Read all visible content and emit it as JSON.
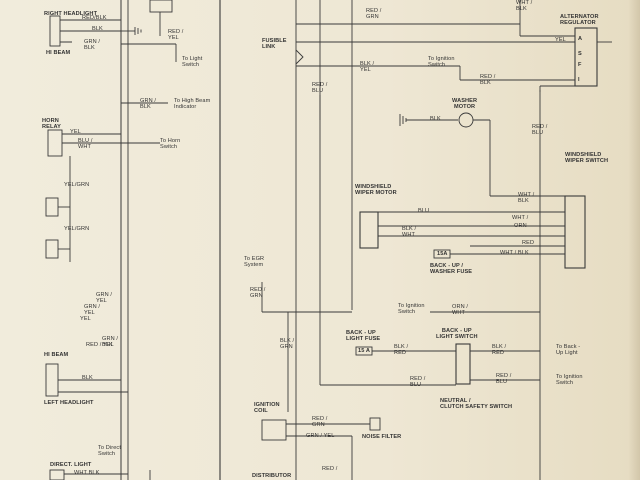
{
  "components": {
    "right_headlight": {
      "title": "RIGHT HEADLIGHT",
      "beam": "HI BEAM"
    },
    "left_headlight": {
      "beam": "HI BEAM",
      "title": "LEFT HEADLIGHT"
    },
    "horn_relay": {
      "title_line1": "HORN",
      "title_line2": "RELAY"
    },
    "alternator_regulator": {
      "title_line1": "ALTERNATOR",
      "title_line2": "REGULATOR",
      "terminals": [
        "A",
        "S",
        "F",
        "I"
      ]
    },
    "fusible_link": {
      "line1": "FUSIBLE",
      "line2": "LINK"
    },
    "washer_motor": {
      "line1": "WASHER",
      "line2": "MOTOR"
    },
    "windshield_wiper_motor": {
      "line1": "WINDSHIELD",
      "line2": "WIPER MOTOR"
    },
    "windshield_wiper_switch": {
      "line1": "WINDSHIELD",
      "line2": "WIPER SWITCH"
    },
    "backup_washer_fuse": {
      "rating": "15A",
      "line1": "BACK - UP /",
      "line2": "WASHER FUSE"
    },
    "backup_light_fuse": {
      "line1": "BACK - UP",
      "line2": "LIGHT FUSE",
      "rating": "15 A"
    },
    "backup_light_switch": {
      "line1": "BACK - UP",
      "line2": "LIGHT SWITCH"
    },
    "neutral_clutch_switch": {
      "line1": "NEUTRAL /",
      "line2": "CLUTCH SAFETY SWITCH"
    },
    "ignition_coil": {
      "line1": "IGNITION",
      "line2": "COIL"
    },
    "noise_filter": {
      "title": "NOISE FILTER"
    },
    "direct_light": {
      "title": "DIRECT. LIGHT"
    },
    "distributor": {
      "title": "DISTRIBUTOR"
    }
  },
  "wire_labels": {
    "red_blk_top": "RED/BLK",
    "blk_top": "BLK",
    "grn_blk_top_1": "GRN /",
    "grn_blk_top_2": "BLK",
    "red_yel_light_1": "RED /",
    "red_yel_light_2": "YEL",
    "red_grn_top_1": "RED /",
    "red_grn_top_2": "GRN",
    "wht_blk_alt_1": "WHT /",
    "wht_blk_alt_2": "BLK",
    "yel_alt": "YEL",
    "blk_yel_fusible_1": "BLK /",
    "blk_yel_fusible_2": "YEL",
    "red_blk_ign_1": "RED /",
    "red_blk_ign_2": "BLK",
    "red_blu_fusible_1": "RED /",
    "red_blu_fusible_2": "BLU",
    "grn_blk_hi_1": "GRN /",
    "grn_blk_hi_2": "BLK",
    "yel_horn": "YEL",
    "blu_horn_1": "BLU /",
    "blu_horn_2": "WHT",
    "blk_washer": "BLK",
    "red_blu_right_1": "RED /",
    "red_blu_right_2": "BLU",
    "yel_grn_1": "YEL/GRN",
    "yel_grn_2": "YEL/GRN",
    "wht_blk_sw_1": "WHT /",
    "wht_blk_sw_2": "BLK",
    "blu_motor": "BLU",
    "wht_motor": "WHT /",
    "orn_motor": "ORN",
    "blk_wht_motor_1": "BLK /",
    "blk_wht_motor_2": "WHT",
    "red_motor": "RED",
    "wht_blk_fuse": "WHT / BLK",
    "red_grn_egr_1": "RED /",
    "red_grn_egr_2": "GRN",
    "orn_wht_1": "ORN /",
    "orn_wht_2": "WHT",
    "blk_red_fuse_1": "BLK /",
    "blk_red_fuse_2": "RED",
    "blk_red_sw_1": "BLK /",
    "blk_red_sw_2": "RED",
    "red_blu_sw_1": "RED /",
    "red_blu_sw_2": "BLU",
    "red_blu_sw_r_1": "RED /",
    "red_blu_sw_r_2": "BLU",
    "red_yel_left": "RED / YEL",
    "grn_blk_left_1": "GRN /",
    "grn_blk_left_2": "BLK",
    "blk_left": "BLK",
    "red_grn_coil_1": "RED /",
    "red_grn_coil_2": "GRN",
    "blk_grn_coil_1": "BLK /",
    "blk_grn_coil_2": "GRN",
    "grn_yel_coil": "GRN / YEL",
    "red_grn_mid": "RED /",
    "wht_blk_dir": "WHT BLK",
    "grn_yel_top_1": "GRN /",
    "grn_yel_top_2": "YEL",
    "grn_yel_left_1": "GRN /",
    "grn_yel_left_2": "YEL",
    "yel_left": "YEL"
  },
  "destinations": {
    "light_switch_1": "To Light",
    "light_switch_2": "Switch",
    "ignition_switch_top_1": "To Ignition",
    "ignition_switch_top_2": "Switch",
    "high_beam_1": "To High Beam",
    "high_beam_2": "Indicator",
    "horn_switch_1": "To Horn",
    "horn_switch_2": "Switch",
    "egr_1": "To EGR",
    "egr_2": "System",
    "ign_switch_orn_1": "To Ignition",
    "ign_switch_orn_2": "Switch",
    "backup_light_1": "To Back -",
    "backup_light_2": "Up Light",
    "ign_switch_r_1": "To Ignition",
    "ign_switch_r_2": "Switch",
    "direct_switch_1": "To Direct",
    "direct_switch_2": "Switch"
  },
  "colors": {
    "paper": "#efe9d8",
    "ink": "#2f2f2f"
  }
}
